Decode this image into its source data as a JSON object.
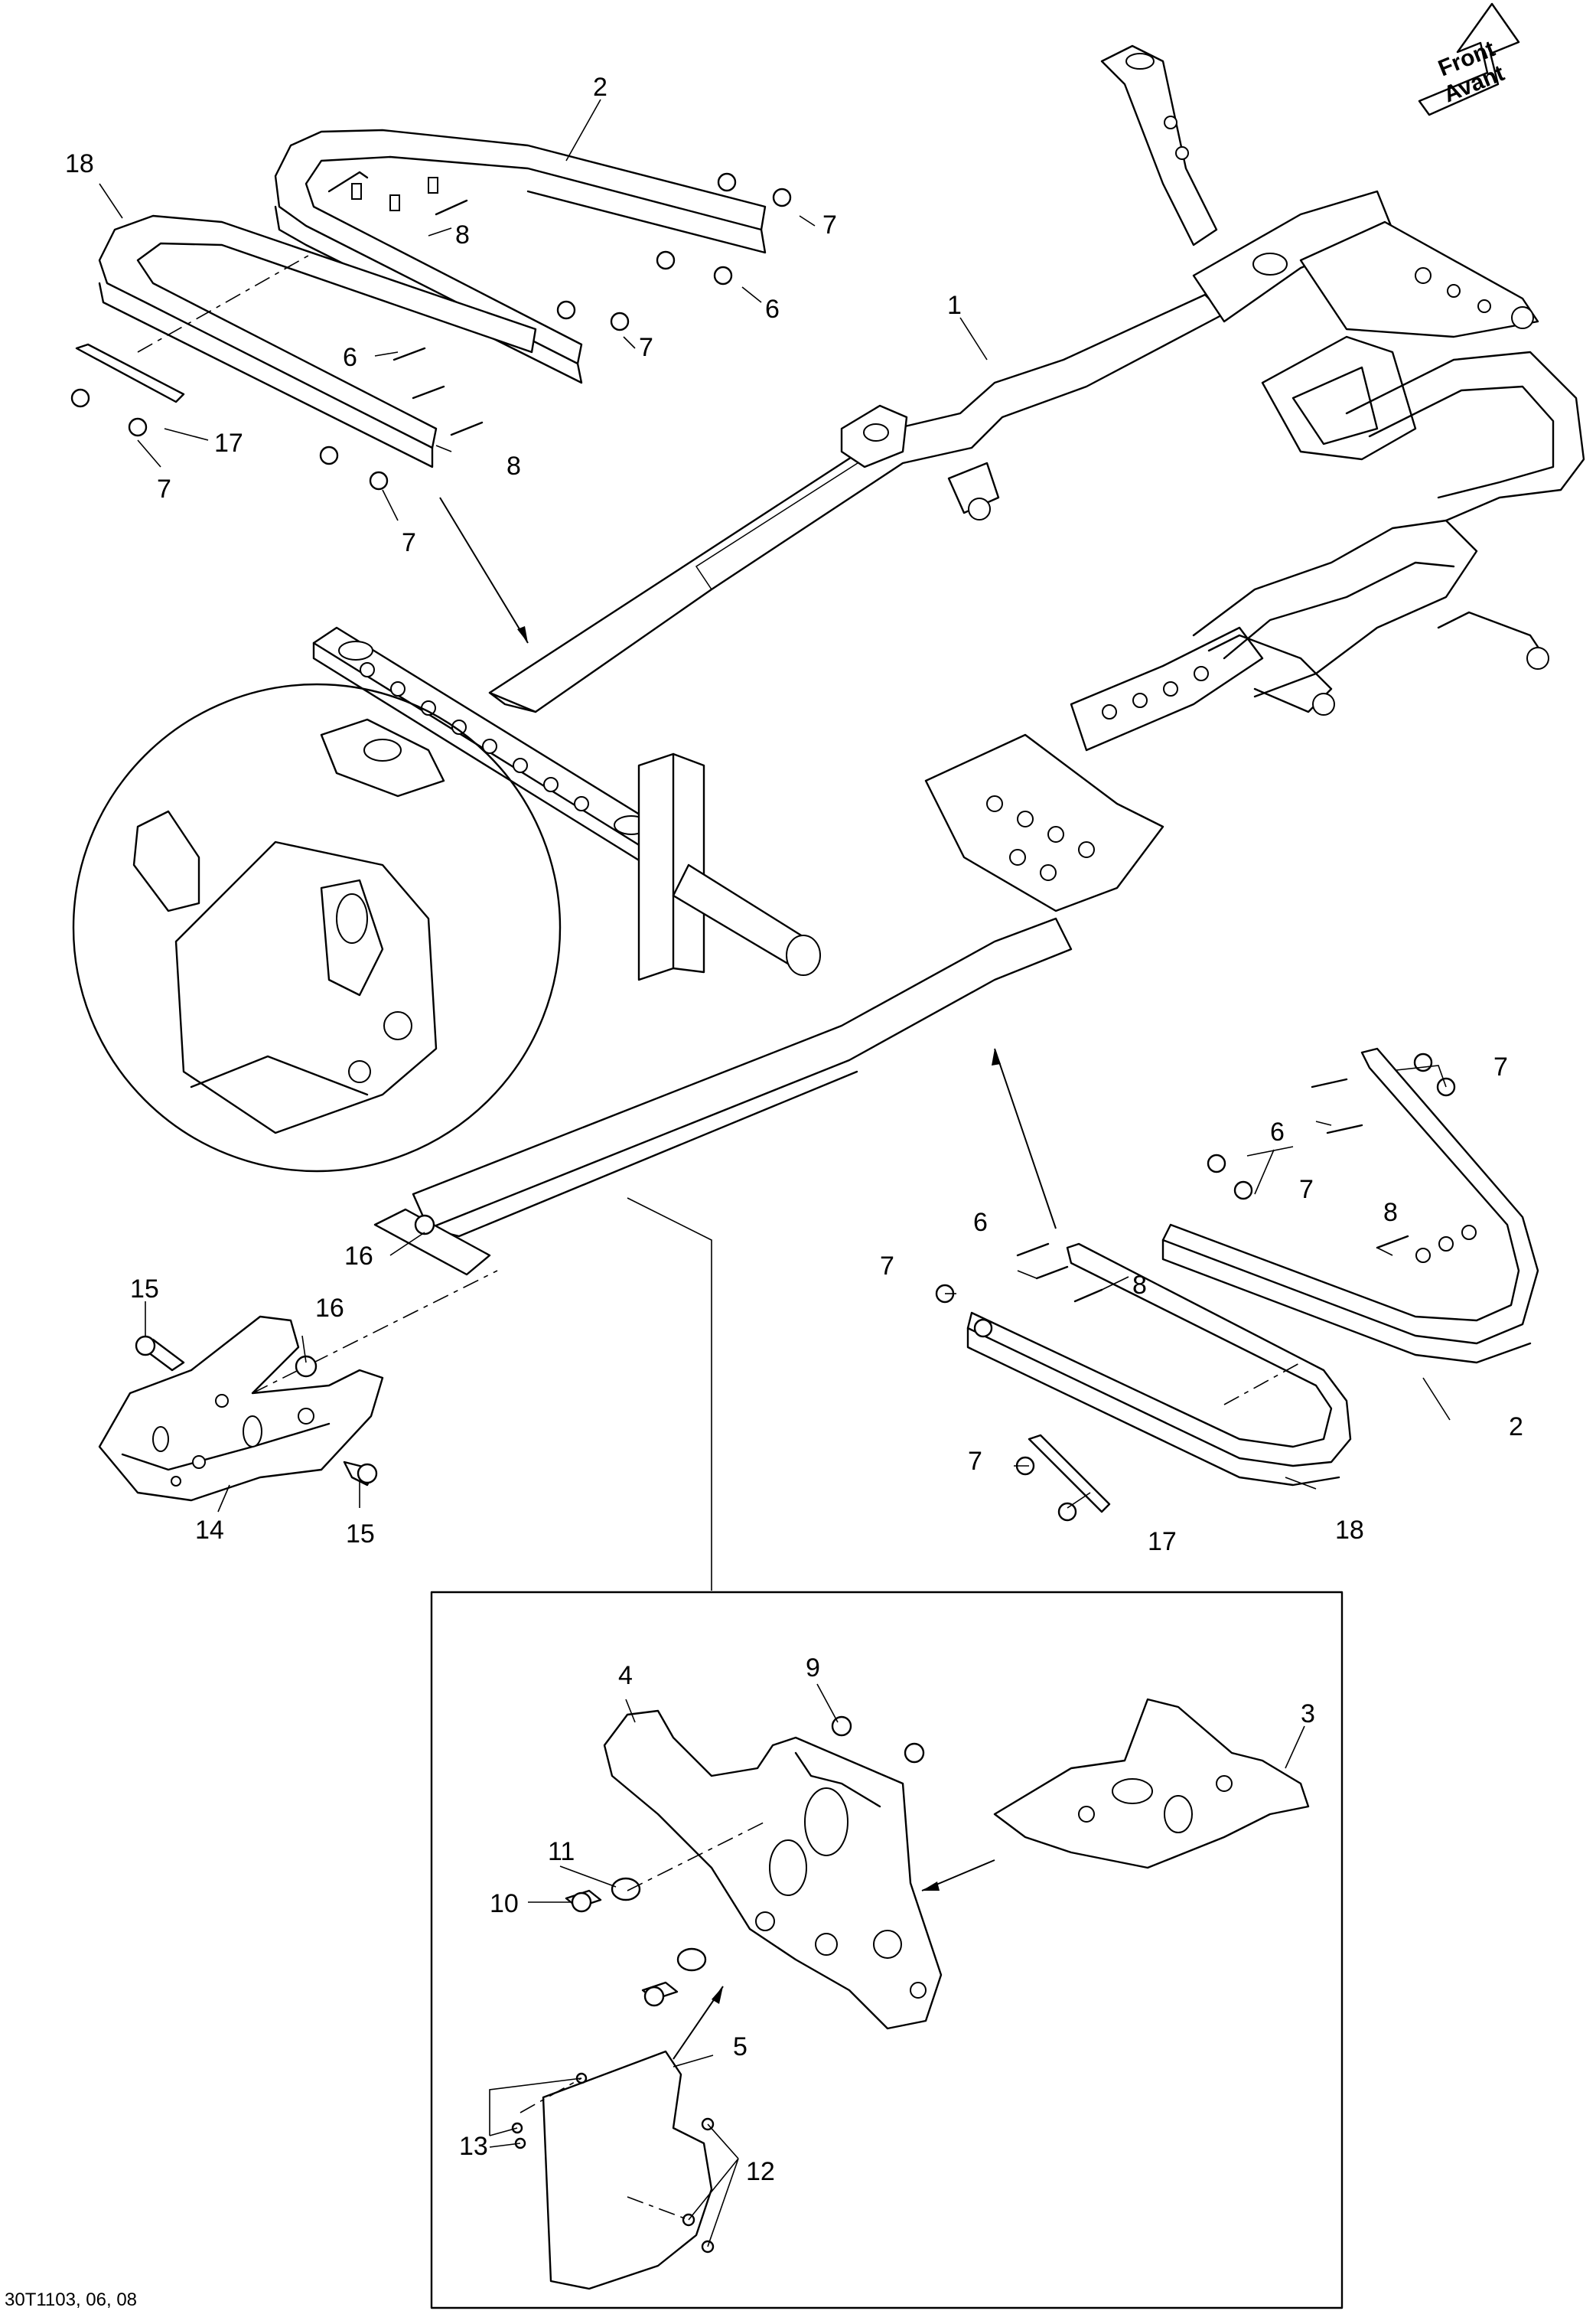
{
  "direction_arrow": {
    "line1": "Front",
    "line2": "Avant"
  },
  "callouts": {
    "c1": "1",
    "c2a": "2",
    "c2b": "2",
    "c3": "3",
    "c4": "4",
    "c5": "5",
    "c6a": "6",
    "c6b": "6",
    "c6c": "6",
    "c6d": "6",
    "c7a": "7",
    "c7b": "7",
    "c7c": "7",
    "c7d": "7",
    "c7e": "7",
    "c7f": "7",
    "c7g": "7",
    "c7h": "7",
    "c8a": "8",
    "c8b": "8",
    "c8c": "8",
    "c8d": "8",
    "c9": "9",
    "c10": "10",
    "c11": "11",
    "c12": "12",
    "c13": "13",
    "c14": "14",
    "c15a": "15",
    "c15b": "15",
    "c16a": "16",
    "c16b": "16",
    "c17a": "17",
    "c17b": "17",
    "c18a": "18",
    "c18b": "18"
  },
  "document_id": "30T1103, 06, 08"
}
